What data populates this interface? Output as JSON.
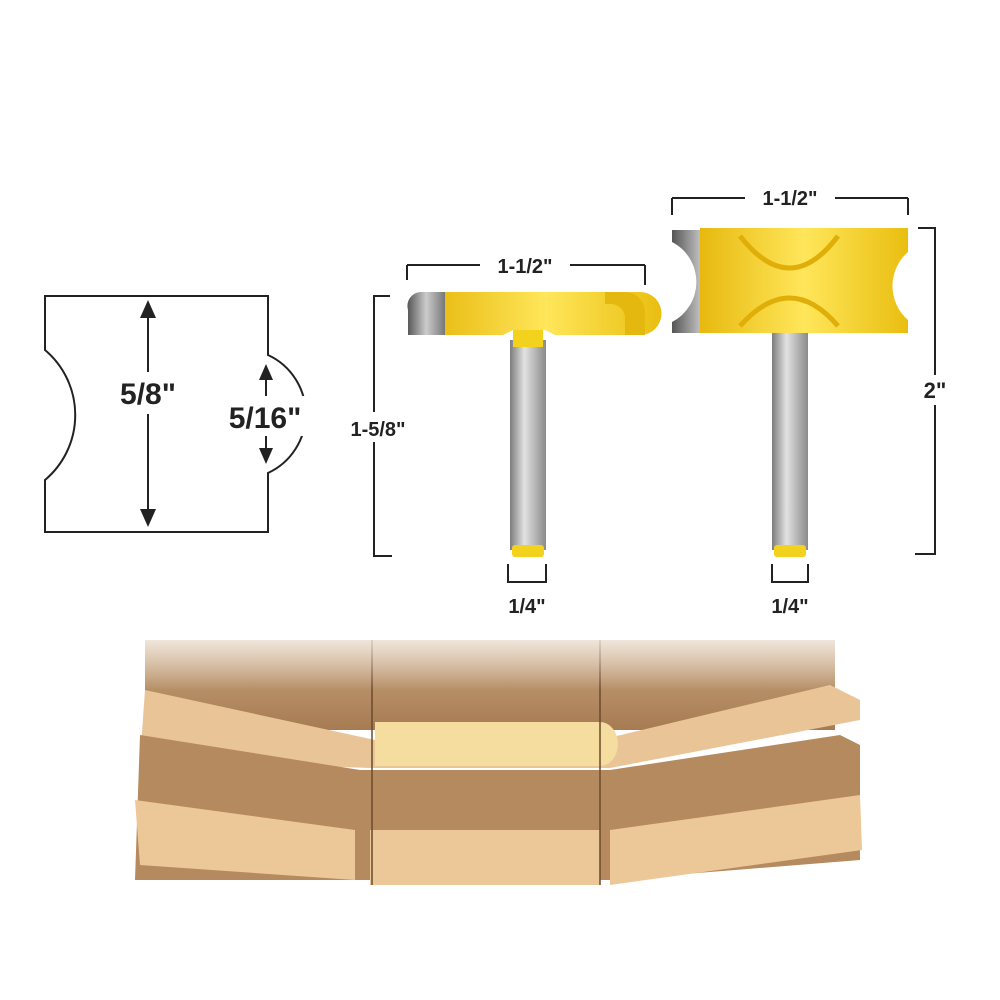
{
  "profile": {
    "outer_label": "5/8\"",
    "inner_label": "5/16\""
  },
  "bit_left": {
    "width_label": "1-1/2\"",
    "height_label": "1-5/8\"",
    "shank_label": "1/4\""
  },
  "bit_right": {
    "width_label": "1-1/2\"",
    "height_label": "2\"",
    "shank_label": "1/4\""
  },
  "colors": {
    "bit_yellow": "#f2d21c",
    "shank_gray": "#a8a8a8",
    "wood_light": "#ecc798",
    "wood_dark": "#b58a5e"
  }
}
